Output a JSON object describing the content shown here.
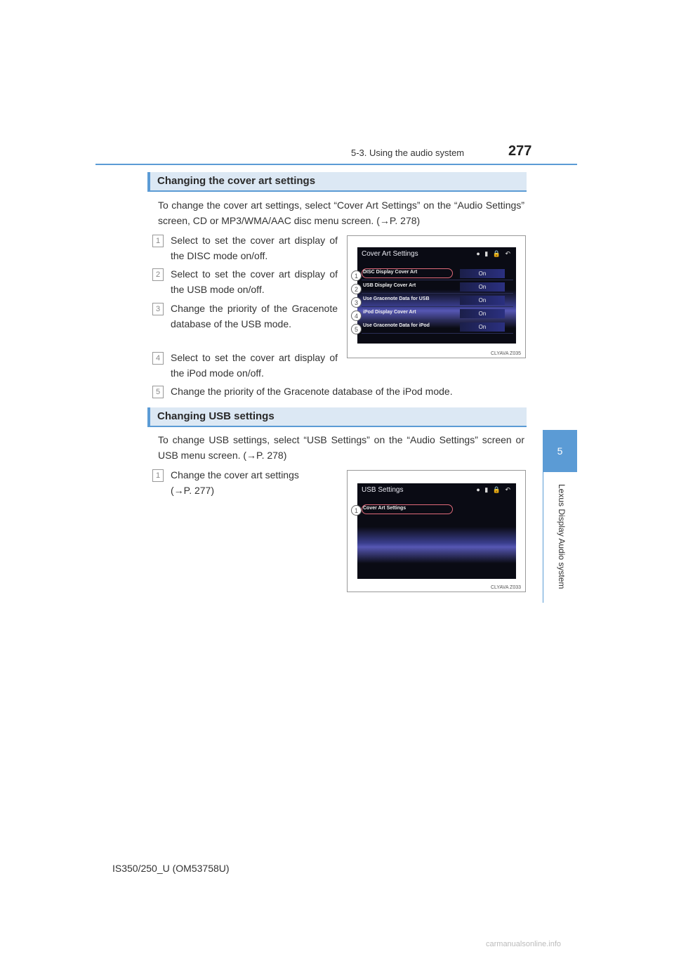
{
  "header": {
    "section": "5-3. Using the audio system",
    "page_number": "277"
  },
  "side_tab": {
    "chapter_number": "5",
    "chapter_title": "Lexus Display Audio system"
  },
  "cover_art_section": {
    "title": "Changing the cover art settings",
    "intro": "To change the cover art settings, select “Cover Art Settings” on the “Audio Settings” screen, CD or MP3/WMA/AAC disc menu screen. (→P. 278)",
    "items": [
      {
        "num": "1",
        "text": "Select to set the cover art display of the DISC mode on/off."
      },
      {
        "num": "2",
        "text": "Select to set the cover art display of the USB mode on/off."
      },
      {
        "num": "3",
        "text": "Change the priority of the Gracenote database of the USB mode."
      },
      {
        "num": "4",
        "text": "Select to set the cover art display of the iPod mode on/off."
      },
      {
        "num": "5",
        "text": "Change the priority of the Gracenote database of the iPod mode."
      }
    ],
    "screen": {
      "title": "Cover Art Settings",
      "rows": [
        {
          "callout": "1",
          "label": "DISC Display Cover Art",
          "value": "On"
        },
        {
          "callout": "2",
          "label": "USB Display Cover Art",
          "value": "On"
        },
        {
          "callout": "3",
          "label": "Use Gracenote Data for USB",
          "value": "On"
        },
        {
          "callout": "4",
          "label": "iPod Display Cover Art",
          "value": "On"
        },
        {
          "callout": "5",
          "label": "Use Gracenote Data for iPod",
          "value": "On"
        }
      ],
      "code": "CLYAVA Z035"
    }
  },
  "usb_section": {
    "title": "Changing USB settings",
    "intro": "To change USB settings, select “USB Settings” on the “Audio Settings” screen or USB menu screen. (→P. 278)",
    "items": [
      {
        "num": "1",
        "text_line1": "Change the cover art settings",
        "text_line2": "(→P. 277)"
      }
    ],
    "screen": {
      "title": "USB Settings",
      "rows": [
        {
          "callout": "1",
          "label": "Cover Art Settings"
        }
      ],
      "code": "CLYAVA Z033"
    }
  },
  "footer": "IS350/250_U (OM53758U)",
  "watermark": "carmanualsonline.info"
}
